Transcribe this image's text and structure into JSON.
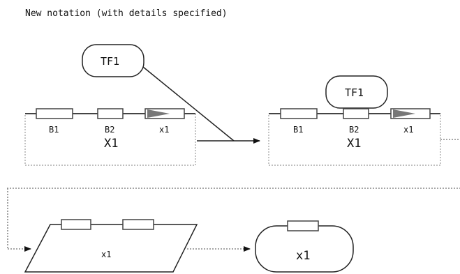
{
  "title": "New notation (with details specified)",
  "left_construct": {
    "parts": [
      "B1",
      "B2",
      "x1"
    ],
    "name": "X1",
    "factor": "TF1"
  },
  "right_construct": {
    "parts": [
      "B1",
      "B2",
      "x1"
    ],
    "name": "X1",
    "factor": "TF1"
  },
  "parallelogram": {
    "label": "x1"
  },
  "circular": {
    "label": "x1"
  }
}
